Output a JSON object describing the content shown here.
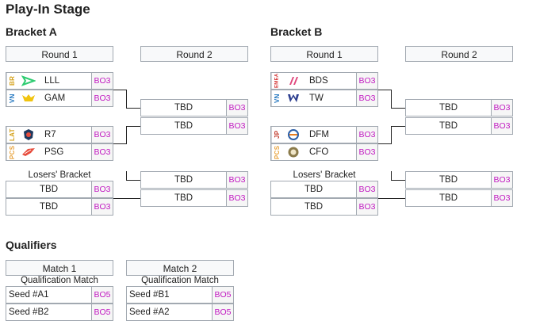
{
  "page_title": "Play-In Stage",
  "format_label": "BO3",
  "tbd": "TBD",
  "colors": {
    "format_text": "#c118c1",
    "border": "#a2a9b1",
    "header_bg": "#f8f9fa",
    "region_br": "#d4a017",
    "region_vn": "#1e73be",
    "region_lat": "#d4a017",
    "region_pcs": "#e8a33d",
    "region_emea": "#d32f2f",
    "region_jp": "#c0392b"
  },
  "bracket_a": {
    "title": "Bracket A",
    "round1": "Round 1",
    "round2": "Round 2",
    "losers_label": "Losers' Bracket",
    "teams": [
      {
        "region": "BR",
        "name": "LLL",
        "logo": "lll-logo-icon"
      },
      {
        "region": "VN",
        "name": "GAM",
        "logo": "gam-logo-icon"
      },
      {
        "region": "LAT",
        "name": "R7",
        "logo": "r7-logo-icon"
      },
      {
        "region": "PCS",
        "name": "PSG",
        "logo": "psg-logo-icon"
      }
    ]
  },
  "bracket_b": {
    "title": "Bracket B",
    "round1": "Round 1",
    "round2": "Round 2",
    "losers_label": "Losers' Bracket",
    "teams": [
      {
        "region": "EMEA",
        "name": "BDS",
        "logo": "bds-logo-icon"
      },
      {
        "region": "VN",
        "name": "TW",
        "logo": "tw-logo-icon"
      },
      {
        "region": "JP",
        "name": "DFM",
        "logo": "dfm-logo-icon"
      },
      {
        "region": "PCS",
        "name": "CFO",
        "logo": "cfo-logo-icon"
      }
    ]
  },
  "qualifiers": {
    "title": "Qualifiers",
    "format_label": "BO5",
    "matches": [
      {
        "header": "Match 1",
        "sub": "Qualification Match",
        "seeds": [
          "Seed #A1",
          "Seed #B2"
        ]
      },
      {
        "header": "Match 2",
        "sub": "Qualification Match",
        "seeds": [
          "Seed #B1",
          "Seed #A2"
        ]
      }
    ]
  }
}
